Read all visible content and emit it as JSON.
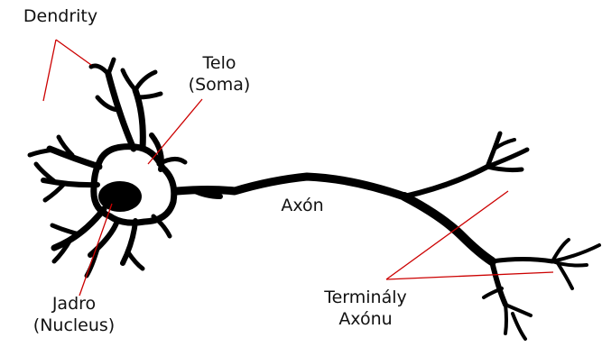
{
  "labels": {
    "dendrites": {
      "line1": "Dendrity"
    },
    "soma": {
      "line1": "Telo",
      "line2": "(Soma)"
    },
    "axon": {
      "line1": "Axón"
    },
    "axon_terminals": {
      "line1": "Terminály",
      "line2": "Axónu"
    },
    "nucleus": {
      "line1": "Jadro",
      "line2": "(Nucleus)"
    }
  },
  "colors": {
    "neuron": "#000000",
    "leader_lines": "#cc0000",
    "text": "#111111",
    "background": "#ffffff"
  }
}
